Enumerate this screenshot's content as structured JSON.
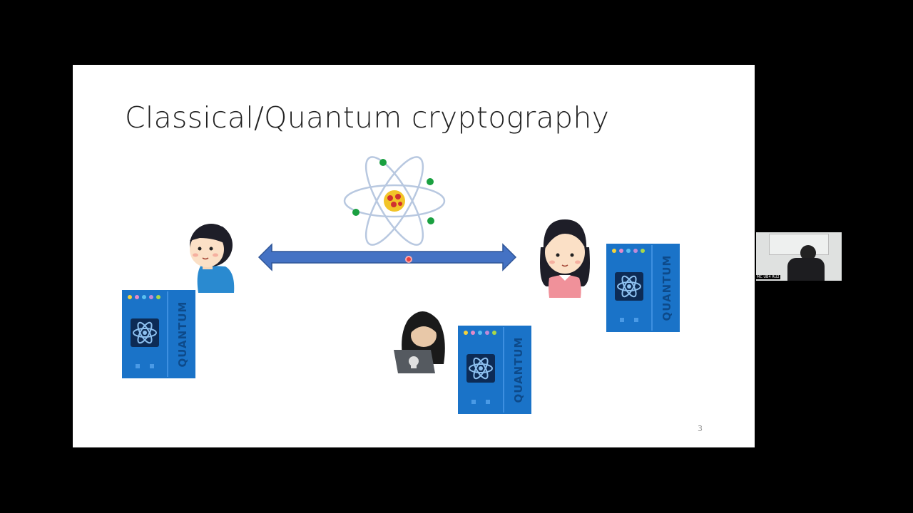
{
  "slide": {
    "title": "Classical/Quantum cryptography",
    "page_number": "3",
    "computer_label": "QUANTUM",
    "arrow_color": "#4472c4",
    "computer_color": "#1a73c8"
  },
  "icons": [
    "atom-icon",
    "boy-icon",
    "girl-icon",
    "hacker-icon",
    "quantum-computer-icon",
    "laser-pointer-icon"
  ],
  "webcam": {
    "caption": "MC UB4 RU2"
  }
}
